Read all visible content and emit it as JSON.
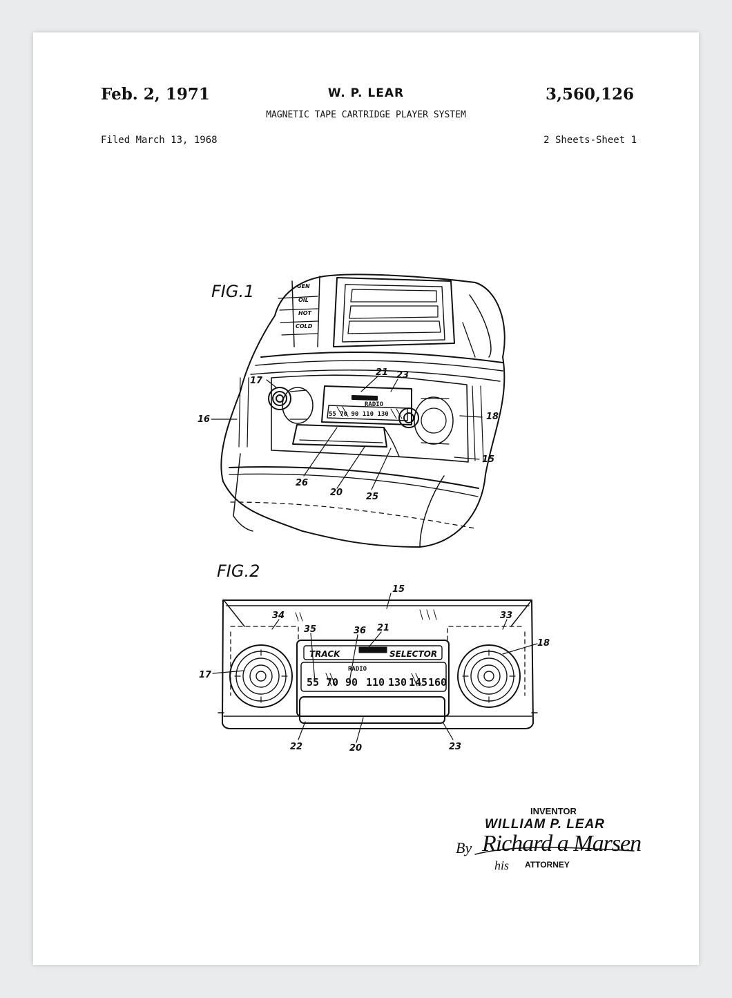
{
  "header": {
    "date": "Feb. 2, 1971",
    "inventor": "W. P. LEAR",
    "patent_number": "3,560,126",
    "title": "MAGNETIC TAPE CARTRIDGE PLAYER SYSTEM",
    "filed": "Filed March 13, 1968",
    "sheets": "2 Sheets-Sheet 1"
  },
  "fig1": {
    "label": "FIG.1",
    "gauges": [
      "GEN",
      "OIL",
      "HOT",
      "COLD"
    ],
    "panel_text": "RADIO",
    "dial": "55 70 90 110 130",
    "refs": {
      "r17": "17",
      "r21": "21",
      "r23": "23",
      "r16": "16",
      "r18": "18",
      "r15": "15",
      "r26": "26",
      "r20": "20",
      "r25": "25"
    }
  },
  "fig2": {
    "label": "FIG.2",
    "track": "TRACK",
    "selector": "SELECTOR",
    "radio": "RADIO",
    "dial": [
      "55",
      "70",
      "90",
      "110",
      "130",
      "145",
      "160"
    ],
    "refs": {
      "r15": "15",
      "r34": "34",
      "r33": "33",
      "r35": "35",
      "r36": "36",
      "r21": "21",
      "r18": "18",
      "r17": "17",
      "r22": "22",
      "r20": "20",
      "r23": "23"
    }
  },
  "signature": {
    "inventor_label": "INVENTOR",
    "inventor_name": "WILLIAM P. LEAR",
    "by": "By",
    "attorney_signature": "Richard a Marsen",
    "his": "his",
    "attorney_label": "ATTORNEY"
  }
}
